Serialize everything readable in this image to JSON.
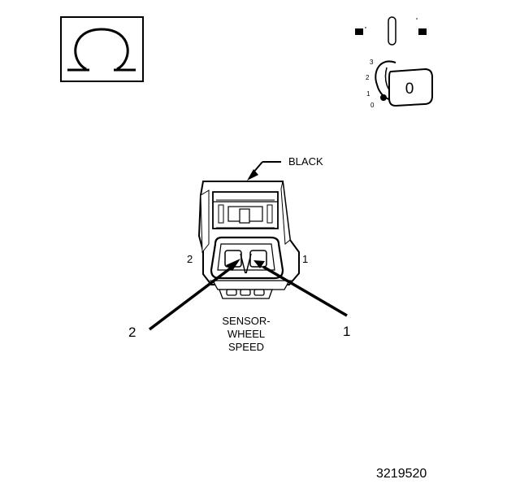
{
  "figure_number": "3219520",
  "callout_label": "BLACK",
  "component_label": [
    "SENSOR-",
    "WHEEL",
    "SPEED"
  ],
  "cavity_labels": {
    "left": "2",
    "right": "1"
  },
  "leader_labels": {
    "left": "2",
    "right": "1"
  },
  "ignition_positions": [
    "3",
    "2",
    "1",
    "0"
  ],
  "ignition_key_label": "0",
  "meter_symbol": "Ω",
  "meter_symbol_name": "ohm-icon"
}
